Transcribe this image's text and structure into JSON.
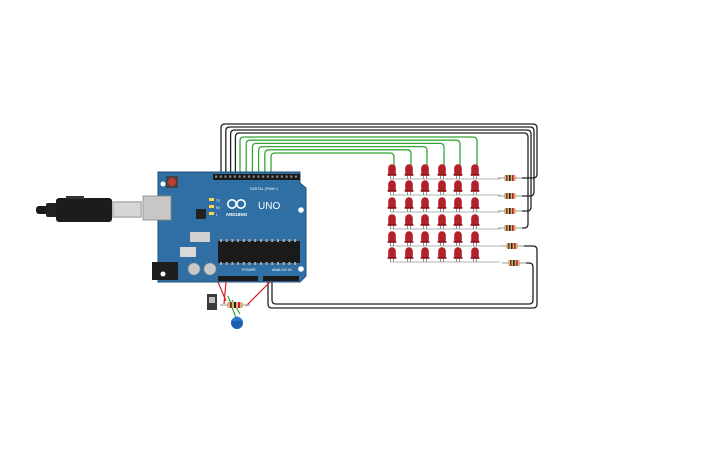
{
  "board": {
    "brand": "ARDUINO",
    "model": "UNO",
    "digital_header_label": "DIGITAL (PWM~)",
    "power_label": "POWER",
    "analog_label": "ANALOG IN",
    "tx_label": "TX",
    "rx_label": "RX",
    "l_label": "L"
  },
  "led_matrix": {
    "rows": 6,
    "columns": 6
  },
  "resistor_count": 6,
  "colors": {
    "board": "#2f6fa3",
    "led_red": "#b3202b",
    "wire_black": "#222222",
    "wire_green": "#35a835",
    "wire_red": "#d42020",
    "potentiometer": "#1d5fb3"
  }
}
